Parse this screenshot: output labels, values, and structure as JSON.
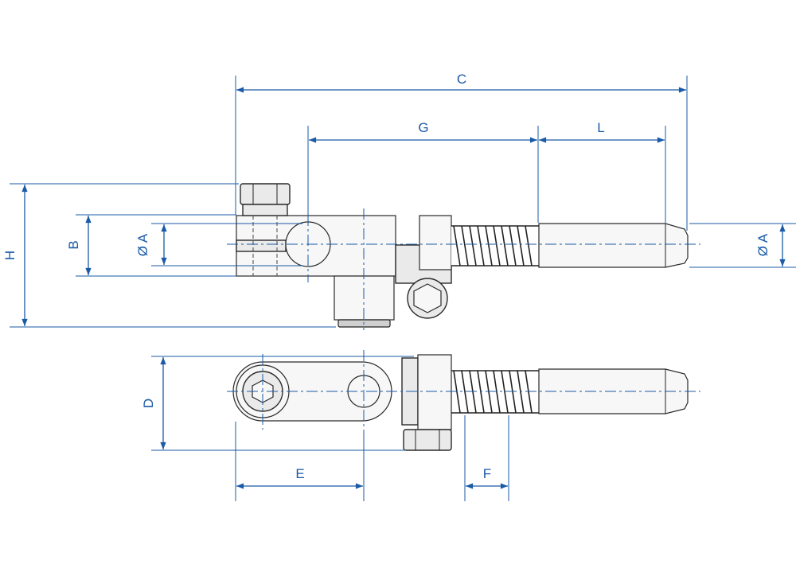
{
  "dimensions": {
    "C": "C",
    "G": "G",
    "L": "L",
    "H": "H",
    "B": "B",
    "A_left": "Ø A",
    "A_right": "Ø A",
    "D": "D",
    "E": "E",
    "F": "F"
  },
  "colors": {
    "dimension": "#1a5aa6",
    "outline": "#2a2a2a",
    "fill": "#eaeaea"
  }
}
